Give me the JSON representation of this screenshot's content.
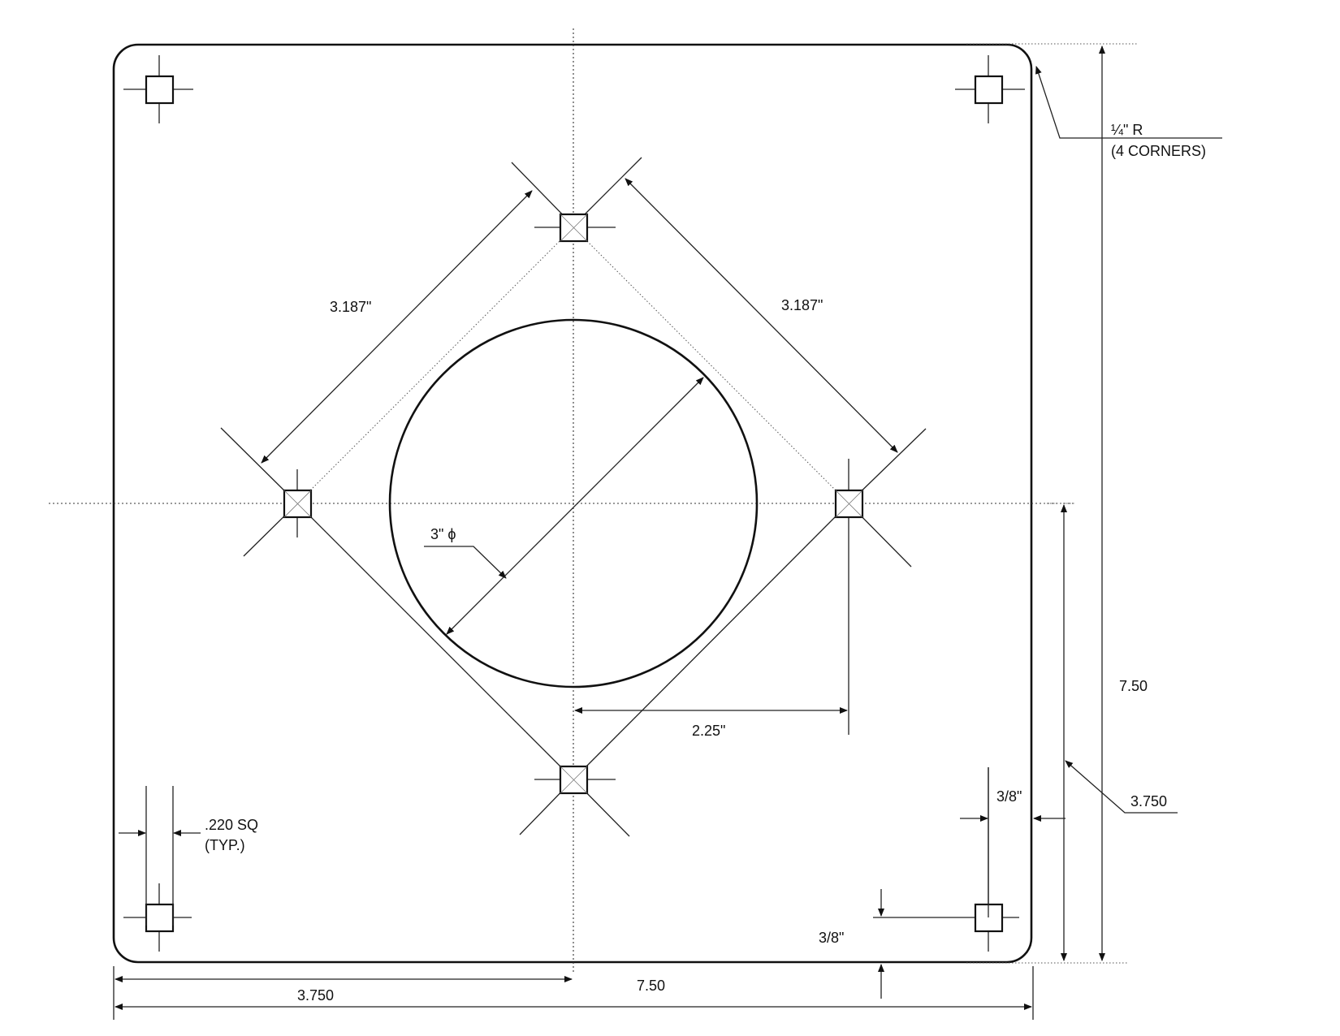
{
  "drawing": {
    "corner_radius_label_line1": "¼\" R",
    "corner_radius_label_line2": "(4 CORNERS)",
    "diag_dim_left": "3.187\"",
    "diag_dim_right": "3.187\"",
    "circle_dia_label": "3\" ϕ",
    "offset_dim": "2.25\"",
    "height_dim": "7.50",
    "half_height_dim": "3.750",
    "edge_offset_vertical": "3/8\"",
    "edge_offset_horizontal": "3/8\"",
    "hole_size_line1": ".220 SQ",
    "hole_size_line2": "(TYP.)",
    "half_width_dim": "3.750",
    "width_dim": "7.50"
  },
  "colors": {
    "ink": "#111111",
    "paper": "#ffffff"
  }
}
